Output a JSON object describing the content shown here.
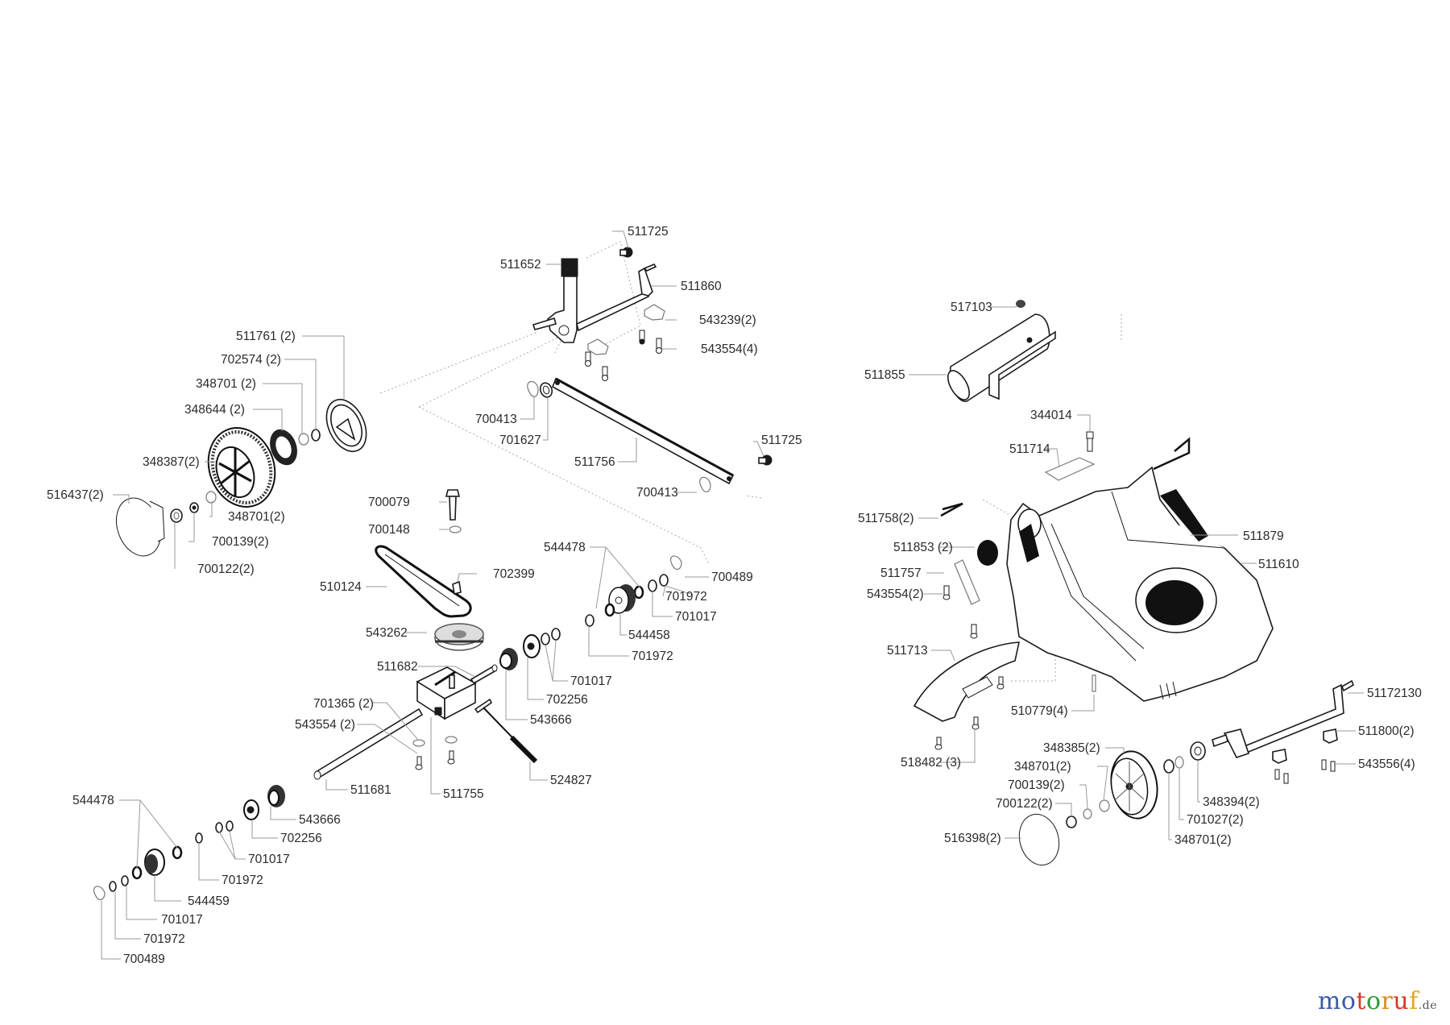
{
  "diagram": {
    "type": "exploded-parts-diagram",
    "subject": "lawn mower drive and chassis assembly",
    "groups": {
      "drive_lever": [
        "511725",
        "511652",
        "511860",
        "543239(2)",
        "543554(4)",
        "700413",
        "701627",
        "511756",
        "511725",
        "700413"
      ],
      "rear_wheel": [
        "511761 (2)",
        "702574 (2)",
        "348701 (2)",
        "348644 (2)",
        "348387(2)",
        "516437(2)",
        "348701(2)",
        "700139(2)",
        "700122(2)"
      ],
      "belt_drive": [
        "700079",
        "700148",
        "510124",
        "702399",
        "543262"
      ],
      "gearbox_right": [
        "544478",
        "700489",
        "701972",
        "701017",
        "544458",
        "701972",
        "701017",
        "702256",
        "543666"
      ],
      "gearbox": [
        "511682",
        "701365 (2)",
        "543554 (2)",
        "511681",
        "511755",
        "524827"
      ],
      "gearbox_left": [
        "543666",
        "702256",
        "701017",
        "701972",
        "544478",
        "544459",
        "701017",
        "701972",
        "700489"
      ],
      "catcher": [
        "517103",
        "511855",
        "344014",
        "511714"
      ],
      "deck": [
        "511758(2)",
        "511853 (2)",
        "511757",
        "543554(2)",
        "511713",
        "518482 (3)",
        "510779(4)",
        "511879",
        "511610"
      ],
      "front_axle": [
        "51172130",
        "511800(2)",
        "543556(4)",
        "348385(2)",
        "348701(2)",
        "700139(2)",
        "700122(2)",
        "516398(2)",
        "348394(2)",
        "701027(2)",
        "348701(2)"
      ]
    }
  },
  "labels": {
    "l511725a": "511725",
    "l511652": "511652",
    "l511860": "511860",
    "l543239": "543239(2)",
    "l543554_4": "543554(4)",
    "l700413a": "700413",
    "l701627": "701627",
    "l511756": "511756",
    "l511725b": "511725",
    "l700413b": "700413",
    "l511761": "511761 (2)",
    "l702574": "702574 (2)",
    "l348701a": "348701 (2)",
    "l348644": "348644 (2)",
    "l348387": "348387(2)",
    "l516437": "516437(2)",
    "l348701b": "348701(2)",
    "l700139a": "700139(2)",
    "l700122a": "700122(2)",
    "l700079": "700079",
    "l700148": "700148",
    "l510124": "510124",
    "l702399": "702399",
    "l543262": "543262",
    "l544478a": "544478",
    "l700489a": "700489",
    "l701972a": "701972",
    "l701017a": "701017",
    "l544458": "544458",
    "l701972b": "701972",
    "l701017b": "701017",
    "l702256a": "702256",
    "l543666a": "543666",
    "l511682": "511682",
    "l701365": "701365 (2)",
    "l543554_2a": "543554 (2)",
    "l511681": "511681",
    "l511755": "511755",
    "l524827": "524827",
    "l543666b": "543666",
    "l702256b": "702256",
    "l701017c": "701017",
    "l701972c": "701972",
    "l544478b": "544478",
    "l544459": "544459",
    "l701017d": "701017",
    "l701972d": "701972",
    "l700489b": "700489",
    "l517103": "517103",
    "l511855": "511855",
    "l344014": "344014",
    "l511714": "511714",
    "l511758": "511758(2)",
    "l511853": "511853 (2)",
    "l511757": "511757",
    "l543554_2b": "543554(2)",
    "l511713": "511713",
    "l518482": "518482 (3)",
    "l510779": "510779(4)",
    "l511879": "511879",
    "l511610": "511610",
    "l51172130": "51172130",
    "l511800": "511800(2)",
    "l543556": "543556(4)",
    "l348385": "348385(2)",
    "l348701c": "348701(2)",
    "l700139b": "700139(2)",
    "l700122b": "700122(2)",
    "l516398": "516398(2)",
    "l348394": "348394(2)",
    "l701027": "701027(2)",
    "l348701d": "348701(2)"
  },
  "brand": {
    "letters": [
      "m",
      "o",
      "t",
      "o",
      "r",
      "u",
      "f"
    ],
    "colors": [
      "#3b5aa8",
      "#3b5aa8",
      "#d23a2c",
      "#2e9a3a",
      "#e08a1e",
      "#d23a2c",
      "#e0a81e"
    ],
    "tld": ".de"
  }
}
